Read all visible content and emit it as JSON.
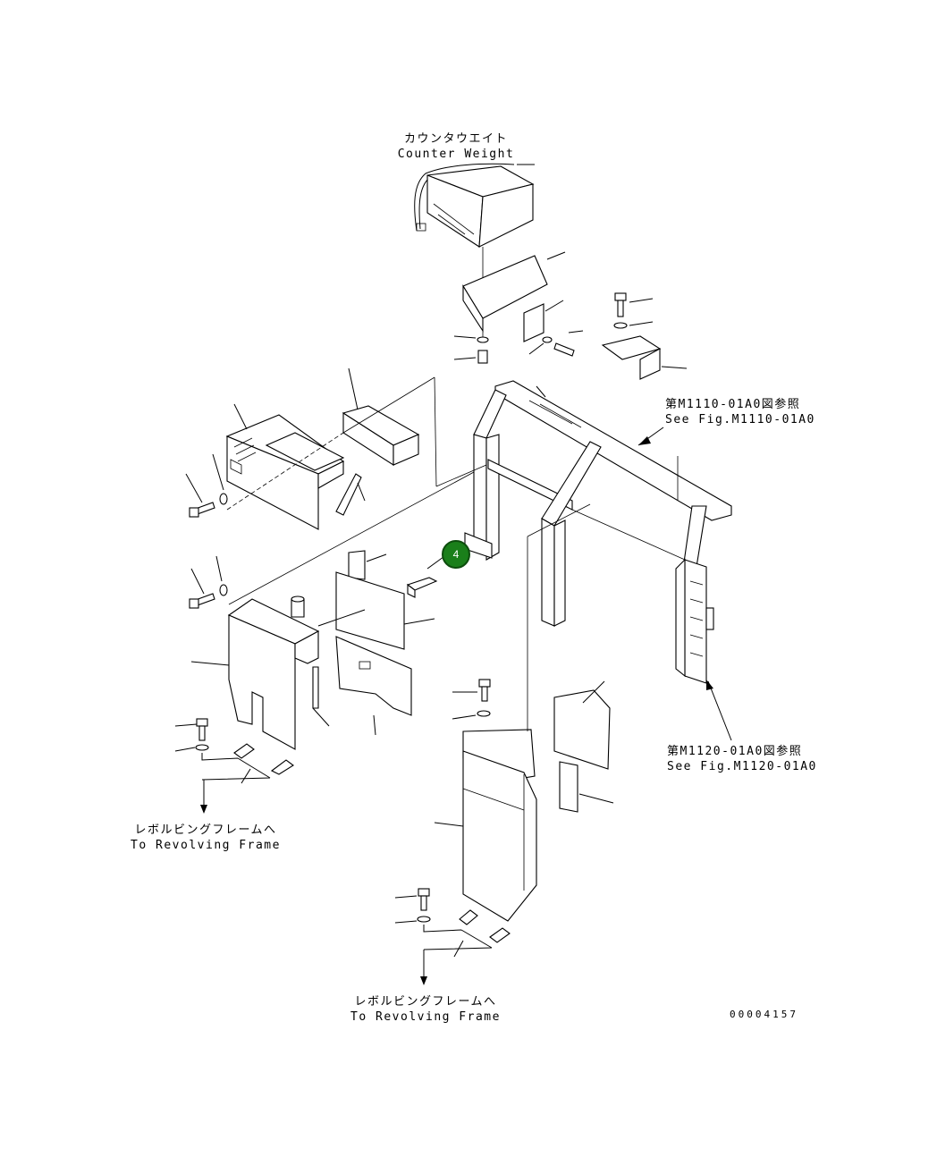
{
  "labels": {
    "counterweight_jp": "カウンタウエイト",
    "counterweight_en": "Counter Weight",
    "ref1_jp": "第M1110-01A0図参照",
    "ref1_en": "See Fig.M1110-01A0",
    "ref2_jp": "第M1120-01A0図参照",
    "ref2_en": "See Fig.M1120-01A0",
    "revolving_left_jp": "レボルビングフレームへ",
    "revolving_left_en": "To Revolving Frame",
    "revolving_bottom_jp": "レボルビングフレームへ",
    "revolving_bottom_en": "To Revolving Frame",
    "drawing_number": "00004157"
  },
  "callouts": [
    {
      "number": "4",
      "color": "#1a7f1a"
    }
  ]
}
